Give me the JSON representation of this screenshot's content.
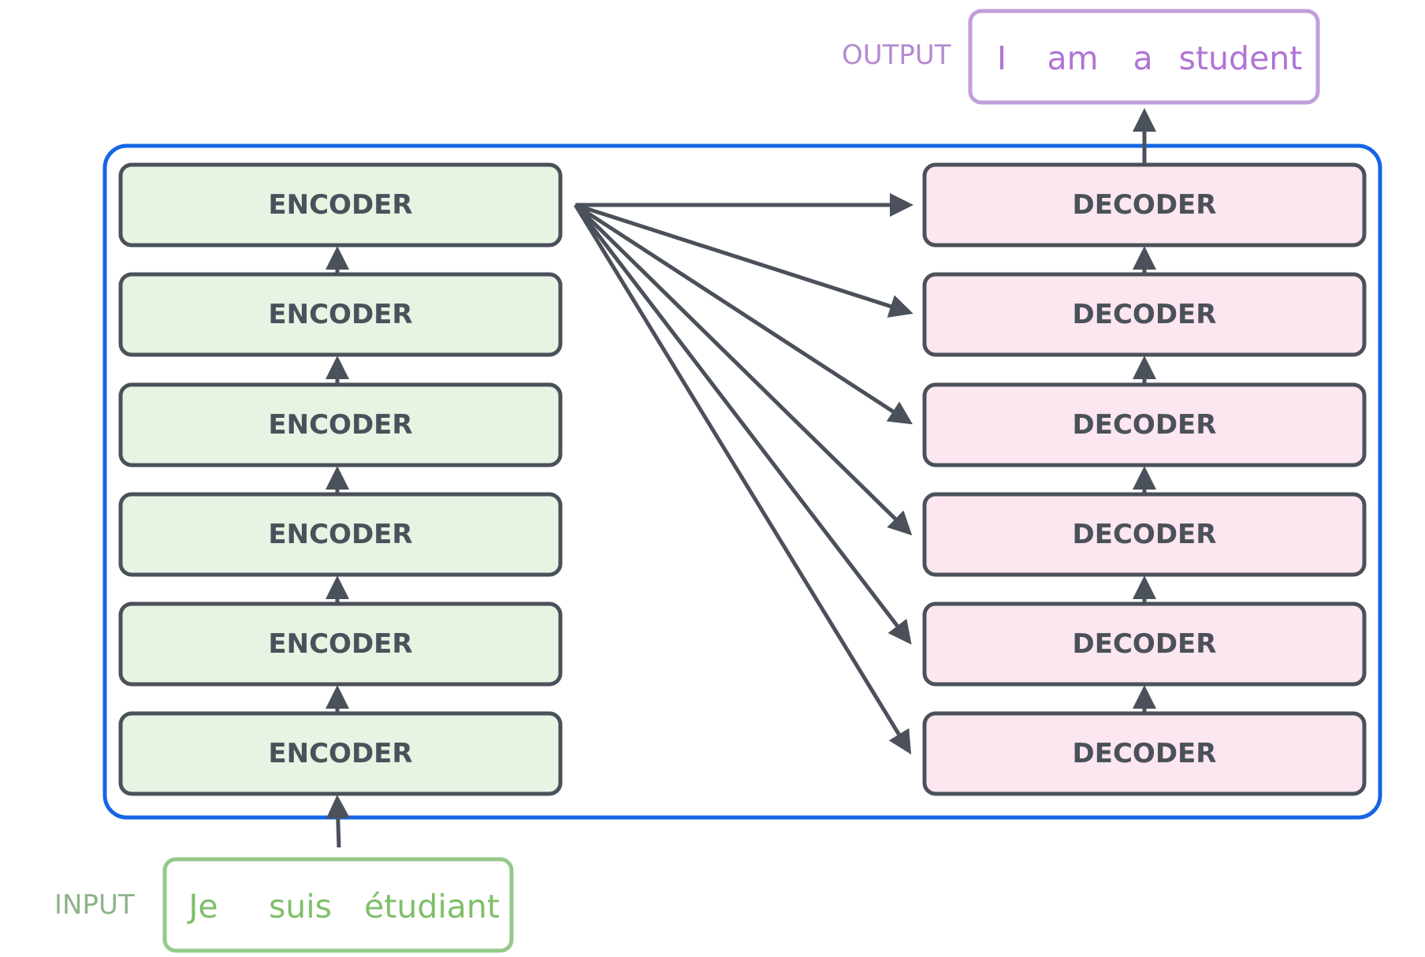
{
  "input": {
    "label": "INPUT",
    "words": [
      "Je",
      "suis",
      "étudiant"
    ]
  },
  "output": {
    "label": "OUTPUT",
    "words": [
      "I",
      "am",
      "a",
      "student"
    ]
  },
  "encoders": [
    "ENCODER",
    "ENCODER",
    "ENCODER",
    "ENCODER",
    "ENCODER",
    "ENCODER"
  ],
  "decoders": [
    "DECODER",
    "DECODER",
    "DECODER",
    "DECODER",
    "DECODER",
    "DECODER"
  ],
  "colors": {
    "container_border": "#1565e6",
    "box_border": "#4b515a",
    "encoder_fill": "#e7f3e3",
    "decoder_fill": "#fce6ef",
    "input_color": "#7fbf6a",
    "input_label_color": "#8db38a",
    "output_color": "#b074d6",
    "output_label_color": "#b48bd0",
    "arrow": "#4b515a"
  }
}
